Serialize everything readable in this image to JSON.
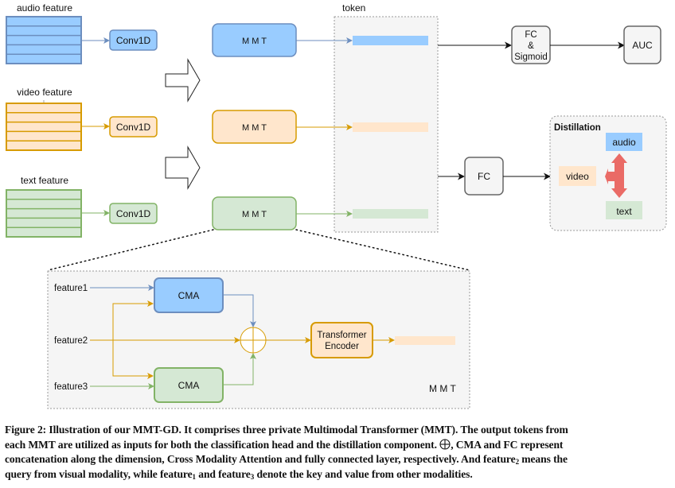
{
  "diagram": {
    "inputs": [
      {
        "key": "audio",
        "label": "audio feature",
        "conv_label": "Conv1D"
      },
      {
        "key": "video",
        "label": "video feature",
        "conv_label": "Conv1D"
      },
      {
        "key": "text",
        "label": "text feature",
        "conv_label": "Conv1D"
      }
    ],
    "mmt_label": "M M T",
    "token_group_label": "token",
    "classification": {
      "fc_sigmoid_lines": [
        "FC",
        "&",
        "Sigmoid"
      ],
      "output_label": "AUC"
    },
    "distillation": {
      "fc_label": "FC",
      "title": "Distillation",
      "items": {
        "audio": "audio",
        "video": "video",
        "text": "text"
      }
    },
    "mmt_detail": {
      "features": [
        "feature1",
        "feature2",
        "feature3"
      ],
      "cma_label": "CMA",
      "encoder_lines": [
        "Transformer",
        "Encoder"
      ],
      "group_label": "M M T"
    },
    "colors": {
      "audio_fill": "#99ccff",
      "audio_stroke": "#6c8ebf",
      "video_fill": "#ffe6cc",
      "video_stroke": "#d79b00",
      "text_fill": "#d5e8d4",
      "text_stroke": "#82b366",
      "group_fill": "#f5f5f5",
      "group_stroke": "#999999",
      "neutral_stroke": "#666666",
      "distill_arrow": "#ea6b66"
    }
  },
  "caption": {
    "line1": "Figure 2: Illustration of our MMT-GD. It comprises three private Multimodal Transformer (MMT). The output tokens from",
    "line2_a": "each MMT are utilized as inputs for both the classification head and the distillation component.",
    "line2_b": ", CMA and FC represent",
    "line3_a": "concatenation along the dimension, Cross Modality Attention and fully connected layer, respectively. And feature",
    "line3_sub": "2",
    "line3_b": " means the",
    "line4_a": "query from visual modality, while feature",
    "line4_sub1": "1",
    "line4_b": " and feature",
    "line4_sub2": "3",
    "line4_c": " denote the key and value from other modalities."
  }
}
